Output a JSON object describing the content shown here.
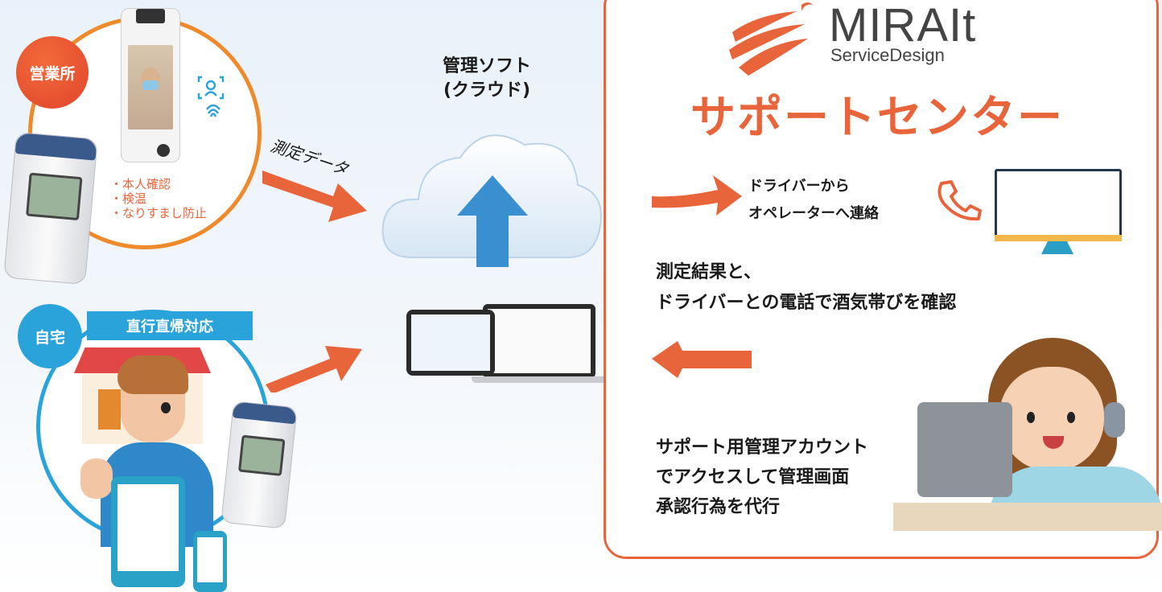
{
  "locations": {
    "office_label": "営業所",
    "home_label": "自宅",
    "direct_label": "直行直帰対応"
  },
  "features": [
    "本人確認",
    "検温",
    "なりすまし防止"
  ],
  "measure_label": "測定データ",
  "cloud": {
    "line1": "管理ソフト",
    "line2": "(クラウド)"
  },
  "brand": {
    "name": "MIRAIt",
    "tagline": "ServiceDesign"
  },
  "support": {
    "title": "サポートセンター",
    "contact_line1": "ドライバーから",
    "contact_line2": "オペレーターへ連絡",
    "confirm_line1": "測定結果と、",
    "confirm_line2": "ドライバーとの電話で酒気帯びを確認",
    "proxy_line1": "サポート用管理アカウント",
    "proxy_line2": "でアクセスして管理画面",
    "proxy_line3": "承認行為を代行"
  },
  "colors": {
    "orange": "#e8643a",
    "blue": "#29a3d9",
    "cloud_arrow": "#3a8fd1"
  },
  "icons": [
    "face-scan-icon",
    "phone-icon",
    "monitor-icon",
    "cloud-icon",
    "upload-arrow-icon"
  ]
}
